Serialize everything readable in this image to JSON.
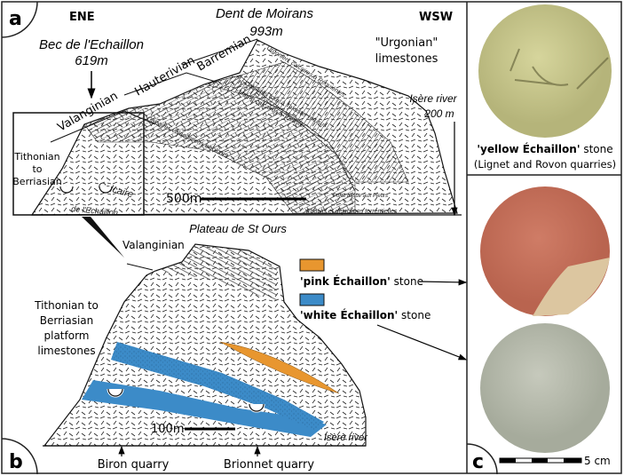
{
  "panel_a": {
    "label": "a",
    "left_direction": "ENE",
    "right_direction": "WSW",
    "peak_name": "Dent de Moirans",
    "peak_elevation": "993m",
    "bec_name": "Bec de l'Echaillon",
    "bec_elevation": "619m",
    "urgonian_line1": "\"Urgonian\"",
    "urgonian_line2": "limestones",
    "barremian": "Barremian",
    "hauterivian": "Hauterivian",
    "valanginian": "Valanginian",
    "tithonian_line1": "Tithonian",
    "tithonian_line2": "to",
    "tithonian_line3": "Berriasian",
    "river_name": "Isère river",
    "river_elevation": "200 m",
    "scale_label": "500m",
    "old_labels": {
      "urgonien": "Urgonien, calcaires à Réquiénies",
      "toxaster": "Calcaires roux à Toxaster retusus",
      "marnes": "Marno-calcaires à Toxaster",
      "valanginiens": "Calcaires valanginiens bicolores",
      "calcaire": "Calcaire",
      "echaillon": "de l'Echaillon",
      "eboulis": "Eboulis et déjections torrentielles",
      "porte": "Porte basse aux Pleurs"
    }
  },
  "panel_b": {
    "label": "b",
    "plateau": "Plateau de St Ours",
    "valanginian": "Valanginian",
    "platform_line1": "Tithonian to",
    "platform_line2": "Berriasian",
    "platform_line3": "platform",
    "platform_line4": "limestones",
    "legend": [
      {
        "bold": "'pink Échaillon'",
        "rest": " stone",
        "color": "#e8962f"
      },
      {
        "bold": "'white Échaillon'",
        "rest": " stone",
        "color": "#3c8bc8"
      }
    ],
    "scale_label": "100m",
    "river_name": "Isère river",
    "quarry_1": "Biron quarry",
    "quarry_2": "Brionnet quarry"
  },
  "panel_c": {
    "label": "c",
    "yellow_caption_bold": "'yellow Échaillon'",
    "yellow_caption_rest": " stone",
    "yellow_caption_line2": "(Lignet and Rovon quarries)",
    "scale_label": "5 cm",
    "colors": {
      "yellow": "#c9c98a",
      "pink": "#c9735e",
      "white": "#b4b8a8"
    }
  }
}
